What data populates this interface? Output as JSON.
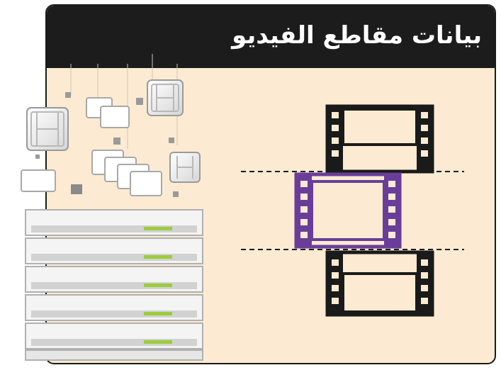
{
  "header": {
    "title": "بيانات مقاطع الفيديو"
  },
  "colors": {
    "panel_background": "#fcebd2",
    "header_background": "#1c1c1c",
    "header_text": "#ffffff",
    "film_frame_default": "#1a1a1a",
    "film_frame_highlight": "#6a3d9a",
    "server_led": "#9ccc3c"
  },
  "diagram": {
    "elements": [
      "server-stack",
      "floating-film-fragments",
      "film-frame-top",
      "film-frame-middle-highlighted",
      "film-frame-bottom",
      "dashed-boundary-lines"
    ],
    "server_units": 5,
    "film_frames": [
      {
        "role": "previous",
        "color": "#1a1a1a"
      },
      {
        "role": "selected",
        "color": "#6a3d9a"
      },
      {
        "role": "next",
        "color": "#1a1a1a"
      }
    ]
  }
}
